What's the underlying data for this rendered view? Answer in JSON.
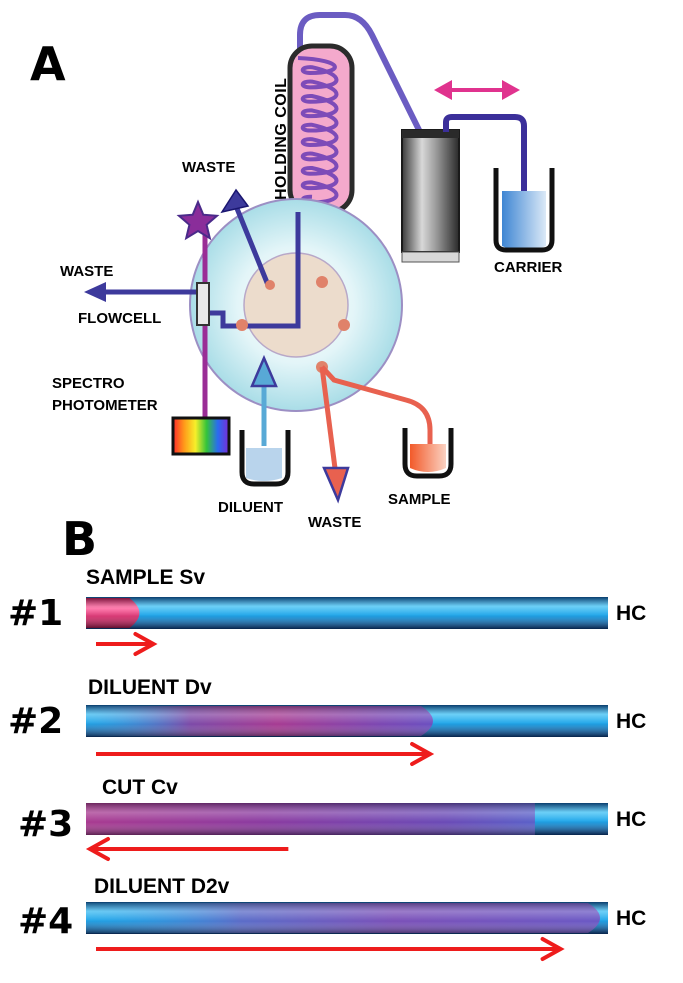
{
  "panel_a": {
    "letter": "A",
    "labels": {
      "holding_coil": "HOLDING COIL",
      "waste_top": "WASTE",
      "waste_left": "WASTE",
      "flowcell": "FLOWCELL",
      "spectro_line1": "SPECTRO",
      "spectro_line2": "PHOTOMETER",
      "carrier": "CARRIER",
      "diluent": "DILUENT",
      "waste_bottom": "WASTE",
      "sample": "SAMPLE"
    },
    "colors": {
      "tube": "#3d3a9c",
      "coil_body": "#f4a9cc",
      "coil_spring": "#7d4bb8",
      "valve_outer": "#c9ecf2",
      "valve_inner": "#ecdccc",
      "port": "#e0826a",
      "sample_line": "#e8614f",
      "diluent_line": "#58a9d6",
      "detector_line": "#9a2d96",
      "arrow_magenta": "#e0338e"
    }
  },
  "panel_b": {
    "letter": "B",
    "steps": [
      {
        "num": "#1",
        "title": "SAMPLE  Sv",
        "hc": "HC",
        "fill": 0.11,
        "arrow_dir": "right",
        "arrow_len": 0.11
      },
      {
        "num": "#2",
        "title": "DILUENT Dv",
        "hc": "HC",
        "fill": 0.68,
        "arrow_dir": "right",
        "arrow_len": 0.64
      },
      {
        "num": "#3",
        "title": "CUT Cv",
        "hc": "HC",
        "fill": 0.86,
        "arrow_dir": "left",
        "arrow_len": 0.38
      },
      {
        "num": "#4",
        "title": "DILUENT D2v",
        "hc": "HC",
        "fill": 1.0,
        "arrow_dir": "right",
        "arrow_len": 0.89
      }
    ],
    "colors": {
      "tube": "#1aa6e6",
      "sample": "#ea2f7a",
      "mixed": "#8a3da6",
      "arrow": "#ee1c1c"
    }
  }
}
